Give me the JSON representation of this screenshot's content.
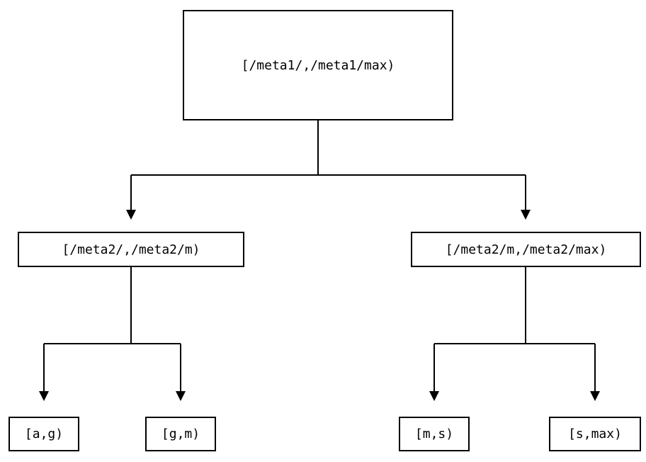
{
  "colors": {
    "line": "#000000",
    "background": "#ffffff",
    "text": "#000000"
  },
  "tree": {
    "root": {
      "label": "[/meta1/,/meta1/max)"
    },
    "children": [
      {
        "label": "[/meta2/,/meta2/m)",
        "children": [
          {
            "label": "[a,g)"
          },
          {
            "label": "[g,m)"
          }
        ]
      },
      {
        "label": "[/meta2/m,/meta2/max)",
        "children": [
          {
            "label": "[m,s)"
          },
          {
            "label": "[s,max)"
          }
        ]
      }
    ]
  }
}
